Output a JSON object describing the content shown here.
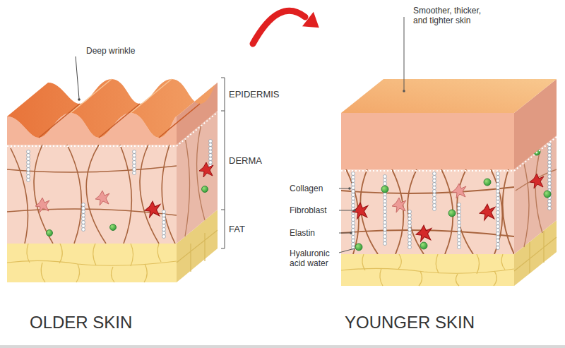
{
  "diagram": {
    "labels": [
      "Deep wrinkle",
      "EPIDERMIS",
      "DERMA",
      "FAT",
      "OLDER SKIN",
      "Smoother, thicker, and tighter skin",
      "Collagen",
      "Fibroblast",
      "Elastin",
      "Hyaluronic acid water",
      "YOUNGER SKIN"
    ]
  }
}
